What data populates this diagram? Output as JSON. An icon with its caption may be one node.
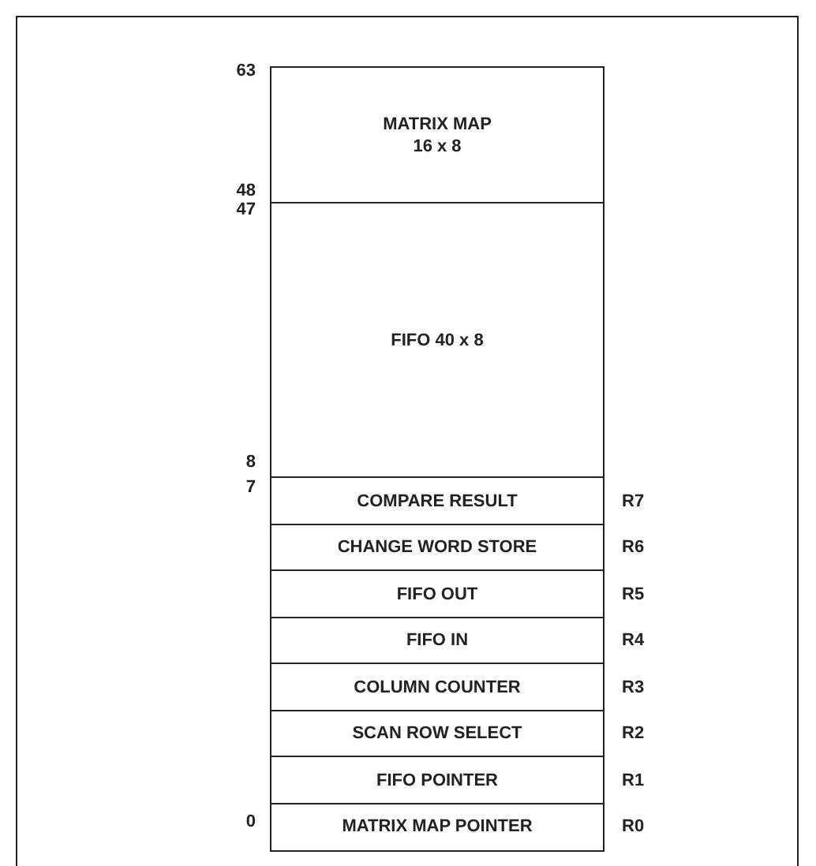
{
  "diagram": {
    "nodes": [
      {
        "text": [
          "MATRIX MAP 16 x 8"
        ]
      },
      {
        "text": [
          "FIFO 40 x 8"
        ]
      },
      {
        "text": [
          "COMPARE RESULT"
        ],
        "beside": [
          "R7"
        ]
      },
      {
        "text": [
          "CHANGE WORD STORE"
        ],
        "beside": [
          "R6"
        ]
      },
      {
        "text": [
          "FIFO OUT"
        ],
        "beside": [
          "R5"
        ]
      },
      {
        "text": [
          "FIFO IN"
        ],
        "beside": [
          "R4"
        ]
      },
      {
        "text": [
          "COLUMN COUNTER"
        ],
        "beside": [
          "R3"
        ]
      },
      {
        "text": [
          "SCAN ROW SELECT"
        ],
        "beside": [
          "R2"
        ]
      },
      {
        "text": [
          "FIFO POINTER"
        ],
        "beside": [
          "R1"
        ]
      },
      {
        "text": [
          "MATRIX MAP POINTER"
        ],
        "beside": [
          "R0"
        ]
      }
    ],
    "edges": [],
    "labels": [
      "63",
      "48",
      "47",
      "8",
      "7",
      "0"
    ]
  }
}
